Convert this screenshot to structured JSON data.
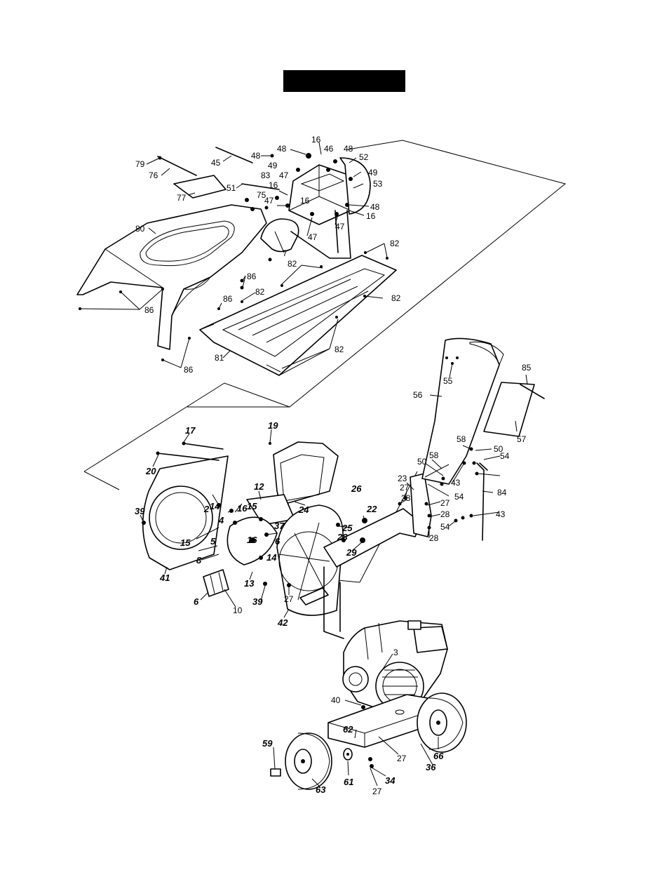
{
  "header_bar_color": "#000000",
  "callouts": {
    "c79": "79",
    "c76": "76",
    "c45": "45",
    "c48a": "48",
    "c48b": "48",
    "c16a": "16",
    "c46": "46",
    "c48c": "48",
    "c52": "52",
    "c49a": "49",
    "c83": "83",
    "c47a": "47",
    "c49b": "49",
    "c77": "77",
    "c51": "51",
    "c16b": "16",
    "c75": "75",
    "c47b": "47",
    "c53": "53",
    "c16c": "16",
    "c48d": "48",
    "c16d": "16",
    "c47c": "47",
    "c47d": "47",
    "c80": "80",
    "c7": "7",
    "c82a": "82",
    "c82b": "82",
    "c86a": "86",
    "c82c": "82",
    "c82d": "82",
    "c86b": "86",
    "c86c": "86",
    "c82e": "82",
    "c81": "81",
    "c86d": "86",
    "c85": "85",
    "c55": "55",
    "c56": "56",
    "c57": "57",
    "c17": "17",
    "c19": "19",
    "c20": "20",
    "c58a": "58",
    "c50a": "50",
    "c58b": "58",
    "c50b": "50",
    "c54a": "54",
    "c23": "23",
    "c43a": "43",
    "c27a": "27",
    "c84": "84",
    "c12": "12",
    "c26": "26",
    "c28a": "28",
    "c54b": "54",
    "c39a": "39",
    "c14a": "14",
    "c2": "2",
    "c16e": "16",
    "c15a": "15",
    "c24": "24",
    "c22": "22",
    "c27b": "27",
    "c28b": "28",
    "c43b": "43",
    "c4": "4",
    "c37": "37",
    "c25": "25",
    "c54c": "54",
    "c28c": "28",
    "c15b": "15",
    "c5": "5",
    "c6a": "6",
    "c28d": "28",
    "c16f": "16",
    "c29": "29",
    "c8": "8",
    "c14b": "14",
    "c41": "41",
    "c13": "13",
    "c27c": "27",
    "c39b": "39",
    "c6b": "6",
    "c10": "10",
    "c42": "42",
    "c3": "3",
    "c40": "40",
    "c62": "62",
    "c59": "59",
    "c27d": "27",
    "c66": "66",
    "c36": "36",
    "c61": "61",
    "c34": "34",
    "c27e": "27",
    "c63": "63"
  }
}
